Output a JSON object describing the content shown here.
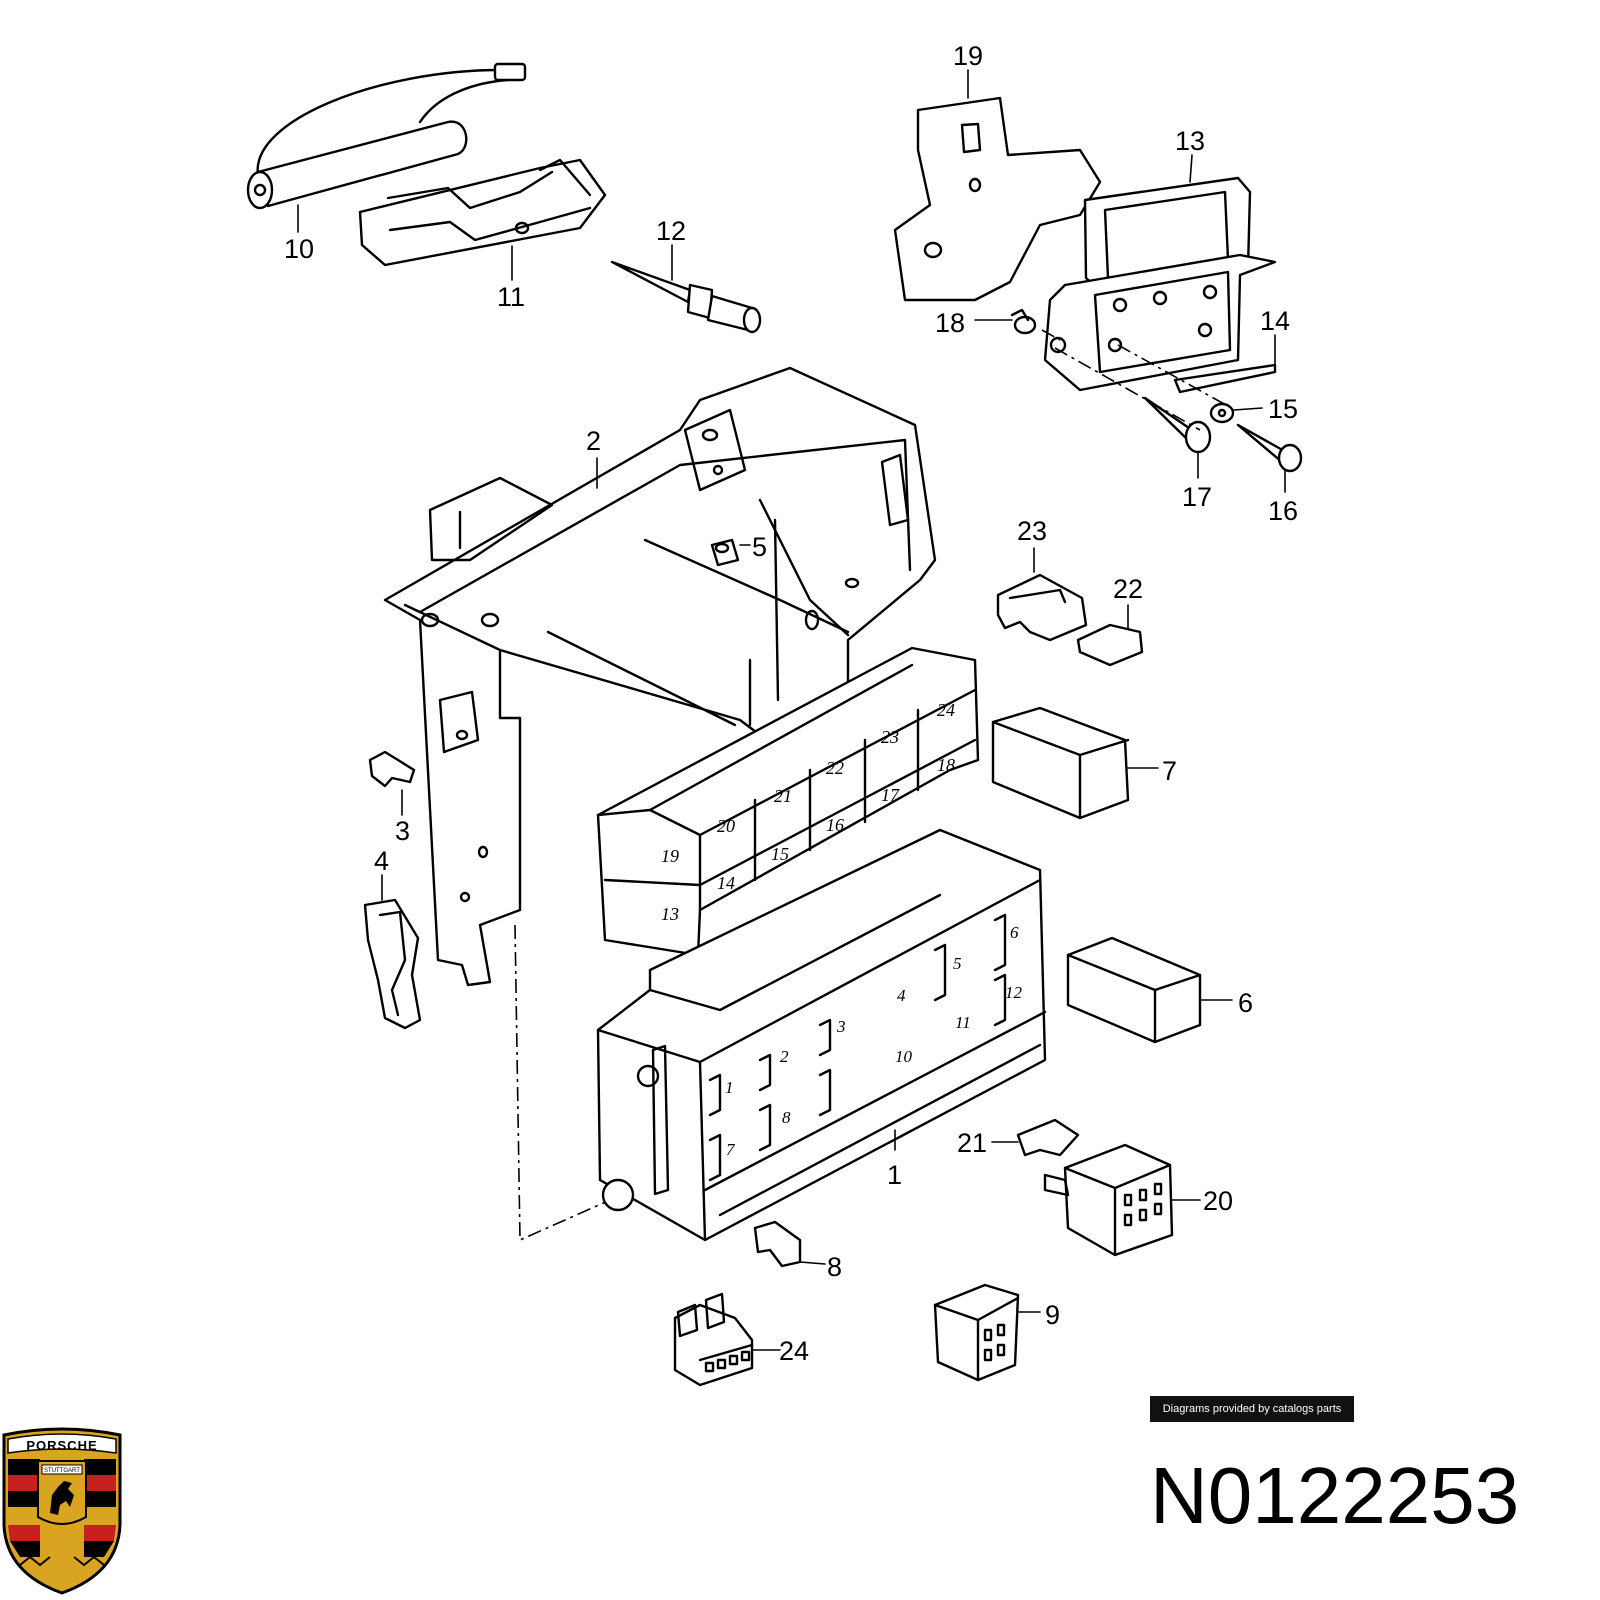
{
  "part_number": "N0122253",
  "credit": "Diagrams provided by catalogs parts",
  "logo": {
    "brand": "PORSCHE",
    "city": "STUTTGART",
    "icon": "porsche-crest-icon",
    "colors": {
      "red": "#c8201e",
      "gold": "#d9a520",
      "black": "#000000"
    }
  },
  "callouts": [
    "1",
    "2",
    "3",
    "4",
    "5",
    "6",
    "7",
    "8",
    "9",
    "10",
    "11",
    "12",
    "13",
    "14",
    "15",
    "16",
    "17",
    "18",
    "19",
    "20",
    "21",
    "22",
    "23",
    "24"
  ],
  "relay_labels": [
    "24",
    "23",
    "22",
    "21",
    "20",
    "19",
    "18",
    "17",
    "16",
    "15",
    "14",
    "13"
  ],
  "fuse_labels": [
    "1",
    "2",
    "3",
    "4",
    "5",
    "6",
    "7",
    "8",
    "10",
    "11",
    "12"
  ]
}
